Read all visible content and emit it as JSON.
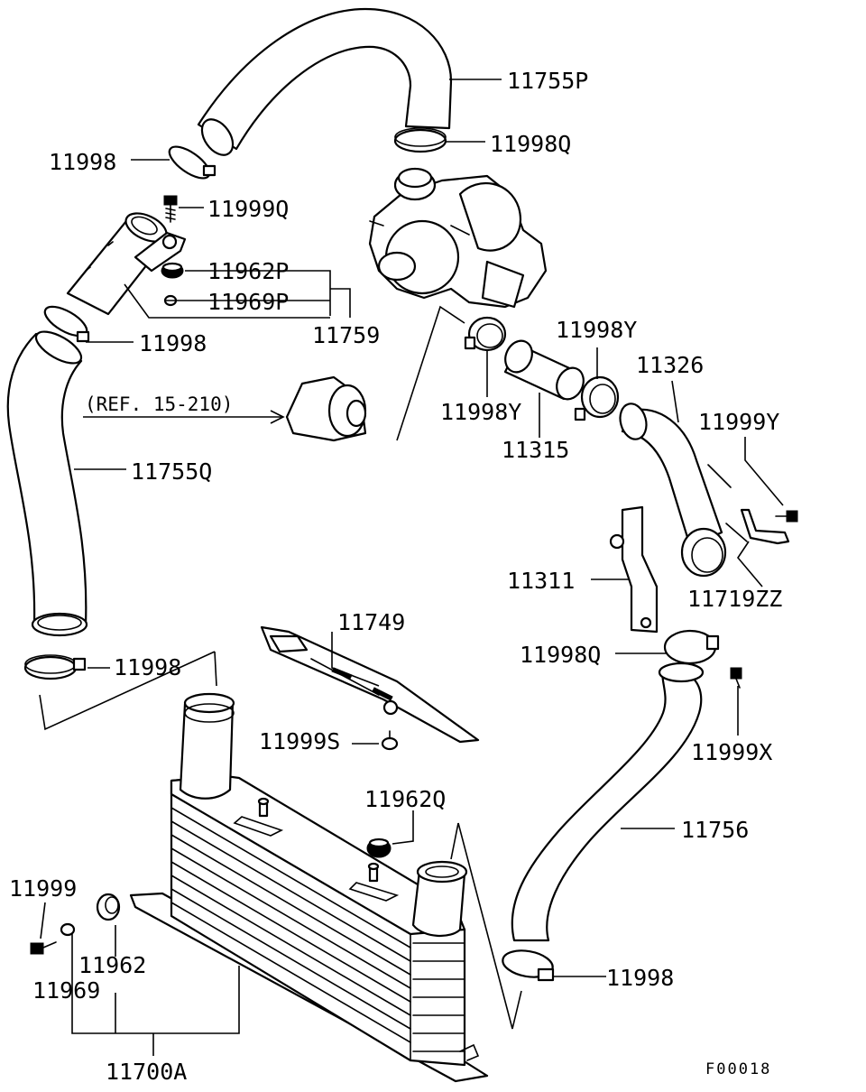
{
  "labels": {
    "p11755P": "11755P",
    "p11998Q_top": "11998Q",
    "p11998_a": "11998",
    "p11999Q": "11999Q",
    "p11962P": "11962P",
    "p11969P": "11969P",
    "p11759": "11759",
    "p11998_b": "11998",
    "ref": "(REF. 15-210)",
    "p11998Y_a": "11998Y",
    "p11998Y_b": "11998Y",
    "p11326": "11326",
    "p11315": "11315",
    "p11999Y": "11999Y",
    "p11755Q": "11755Q",
    "p11311": "11311",
    "p11719ZZ": "11719ZZ",
    "p11749": "11749",
    "p11998_c": "11998",
    "p11998Q_mid": "11998Q",
    "p11999S": "11999S",
    "p11999X": "11999X",
    "p11962Q": "11962Q",
    "p11756": "11756",
    "p11999": "11999",
    "p11962": "11962",
    "p11969": "11969",
    "p11998_d": "11998",
    "p11700A": "11700A",
    "figure_code": "F00018"
  }
}
